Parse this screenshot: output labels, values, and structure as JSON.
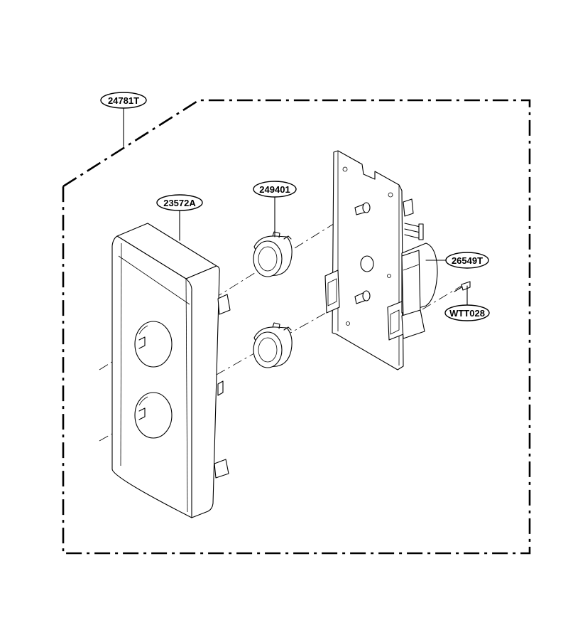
{
  "callouts": [
    {
      "id": "assembly",
      "label": "24781T"
    },
    {
      "id": "panel",
      "label": "23572A"
    },
    {
      "id": "knob",
      "label": "249401"
    },
    {
      "id": "timer",
      "label": "26549T"
    },
    {
      "id": "screw",
      "label": "WTT028"
    }
  ]
}
